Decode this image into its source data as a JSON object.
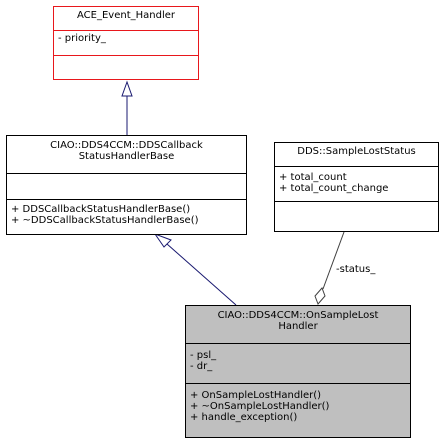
{
  "classes": {
    "ace_event_handler": {
      "name": "ACE_Event_Handler",
      "attributes": [
        "- priority_"
      ],
      "operations": []
    },
    "ddscallback_base": {
      "name_line1": "CIAO::DDS4CCM::DDSCallback",
      "name_line2": "StatusHandlerBase",
      "attributes": [],
      "operations": [
        "+ DDSCallbackStatusHandlerBase()",
        "+ ~DDSCallbackStatusHandlerBase()"
      ]
    },
    "sample_lost_status": {
      "name": "DDS::SampleLostStatus",
      "attributes": [
        "+ total_count",
        "+ total_count_change"
      ],
      "operations": []
    },
    "on_sample_lost_handler": {
      "name_line1": "CIAO::DDS4CCM::OnSampleLost",
      "name_line2": "Handler",
      "attributes": [
        "- psl_",
        "- dr_"
      ],
      "operations": [
        "+ OnSampleLostHandler()",
        "+ ~OnSampleLostHandler()",
        "+ handle_exception()"
      ]
    }
  },
  "relations": {
    "status_label": "-status_"
  },
  "colors": {
    "highlight_border": "#e8171c",
    "inheritance_edge": "#191970",
    "highlight_fill": "#bfbfbf",
    "aggregation_edge": "#404040"
  }
}
